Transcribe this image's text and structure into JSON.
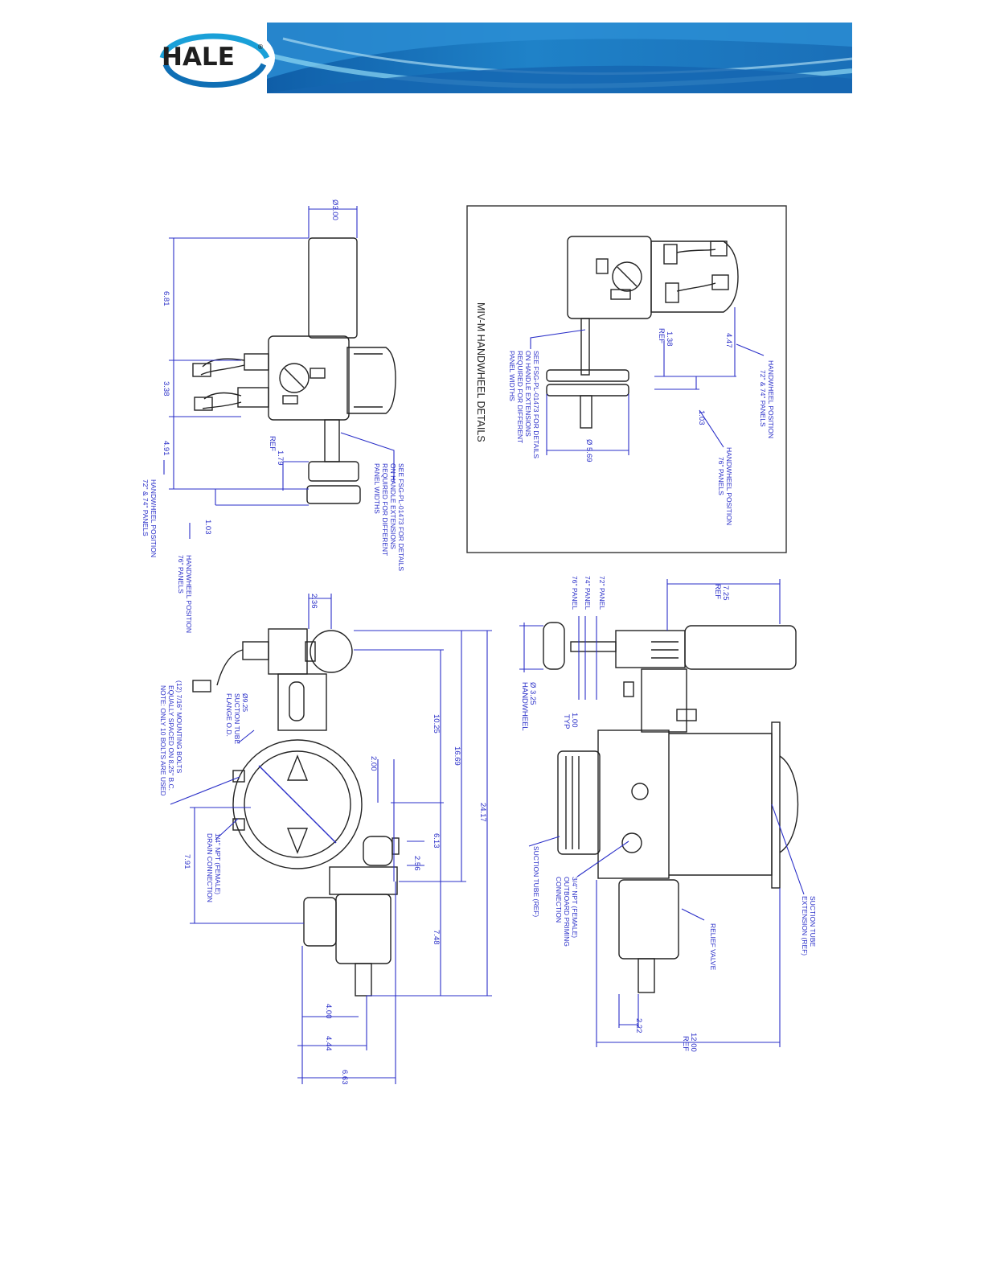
{
  "header": {
    "logo_text": "HALE",
    "logo_mark": "®",
    "colors": {
      "band_dark": "#0f5ea8",
      "band_light": "#7fd0f0",
      "logo_ring": "#1aa0d8",
      "logo_text": "#1f1f1f"
    }
  },
  "top_view": {
    "dims": {
      "d300": "Ø3.00",
      "d681": "6.81",
      "d338": "3.38",
      "d491": "4.91",
      "d179": "1.79",
      "d179_ref": "REF",
      "d103": "1.03"
    },
    "notes": {
      "see_fsg": [
        "SEE FSG-PL-01473 FOR DETAILS",
        "ON HANDLE EXTENSIONS",
        "REQUIRED FOR DIFFERENT",
        "PANEL WIDTHS"
      ],
      "handwheel_7274": [
        "HANDWHEEL POSITION",
        "72\" & 74\" PANELS"
      ],
      "handwheel_76": [
        "HANDWHEEL POSITION",
        "76\" PANELS"
      ]
    }
  },
  "detail_box": {
    "title": "MIV-M HANDWHEEL DETAILS",
    "dims": {
      "d447": "4.47",
      "d138": "1.38",
      "d138_ref": "REF",
      "d103": "1.03",
      "d569": "Ø 5.69"
    },
    "notes": {
      "handwheel_7274": [
        "HANDWHEEL POSITION",
        "72\" & 74\" PANELS"
      ],
      "handwheel_76": [
        "HANDWHEEL POSITION",
        "76\" PANELS"
      ],
      "see_fsg": [
        "SEE FSG-PL-01473 FOR DETAILS",
        "ON HANDLE EXTENSIONS",
        "REQUIRED FOR DIFFERENT",
        "PANEL WIDTHS"
      ]
    }
  },
  "front_view": {
    "dims": {
      "d236": "2.36",
      "d1025": "10.25",
      "d1669": "16.69",
      "d2417": "24.17",
      "d200": "2.00",
      "d613": "6.13",
      "d256": "2.56",
      "d748": "7.48",
      "d791": "7.91",
      "d400": "4.00",
      "d444": "4.44",
      "d663": "6.63",
      "d925": "Ø9.25"
    },
    "notes": {
      "suction_od": [
        "Ø9.25",
        "SUCTION TUBE",
        "FLANGE O.D."
      ],
      "bolts": [
        "(12) 7/16\" MOUNTING BOLTS",
        "EQUALLY SPACED ON 8.25\" B.C.",
        "NOTE: ONLY 10 BOLTS ARE USED"
      ],
      "drain": [
        "1/4\" NPT (FEMALE)",
        "DRAIN CONNECTION"
      ]
    }
  },
  "side_view": {
    "dims": {
      "d725": "7.25",
      "d725_ref": "REF",
      "d100": "1.00",
      "d100_typ": "TYP",
      "d325": "Ø 3.25",
      "d325_label": "HANDWHEEL",
      "d222": "2.22",
      "d1200": "12.00",
      "d1200_ref": "REF"
    },
    "notes": {
      "panels": [
        "72\" PANEL",
        "74\" PANEL",
        "76\" PANEL"
      ],
      "suction_ext": [
        "SUCTION TUBE",
        "EXTENSION (REF)"
      ],
      "relief": [
        "RELIEF VALVE"
      ],
      "priming": [
        "3/4\" NPT (FEMALE)",
        "OUTBOARD PRIMING",
        "CONNECTION"
      ],
      "suction_ref": [
        "SUCTION TUBE (REF)"
      ]
    }
  }
}
